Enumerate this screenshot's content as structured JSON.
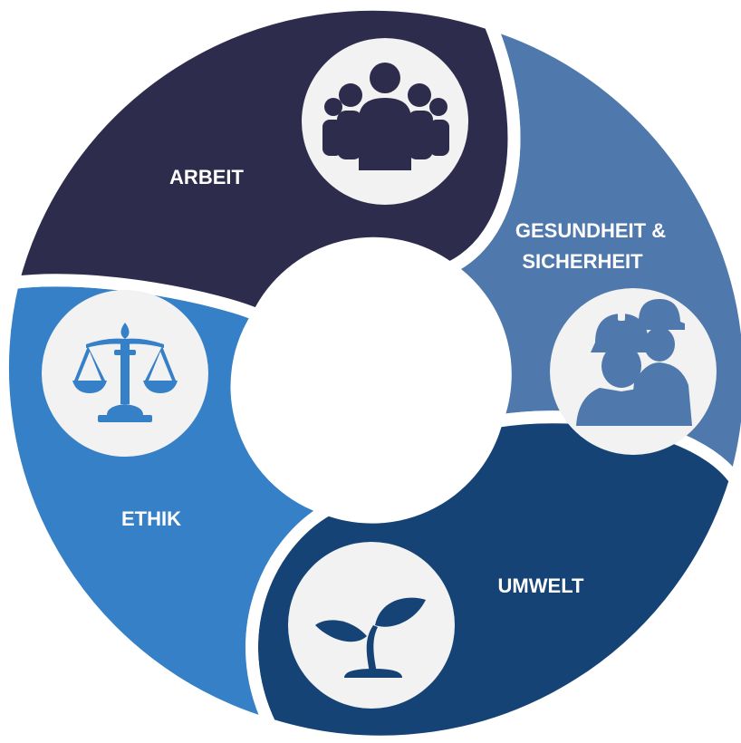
{
  "colors": {
    "arbeit": "#2e2c4c",
    "gesundheit": "#4f78ad",
    "umwelt": "#164375",
    "ethik": "#3580c7",
    "icon_circle": "#f2f2f3",
    "center": "#ffffff",
    "label": "#ffffff"
  },
  "segments": [
    {
      "key": "arbeit",
      "label_lines": [
        "ARBEIT"
      ],
      "icon": "people-group-icon"
    },
    {
      "key": "gesundheit",
      "label_lines": [
        "GESUNDHEIT &",
        "SICHERHEIT"
      ],
      "icon": "hard-hat-workers-icon"
    },
    {
      "key": "umwelt",
      "label_lines": [
        "UMWELT"
      ],
      "icon": "plant-sprout-icon"
    },
    {
      "key": "ethik",
      "label_lines": [
        "ETHIK"
      ],
      "icon": "scales-of-justice-icon"
    }
  ]
}
